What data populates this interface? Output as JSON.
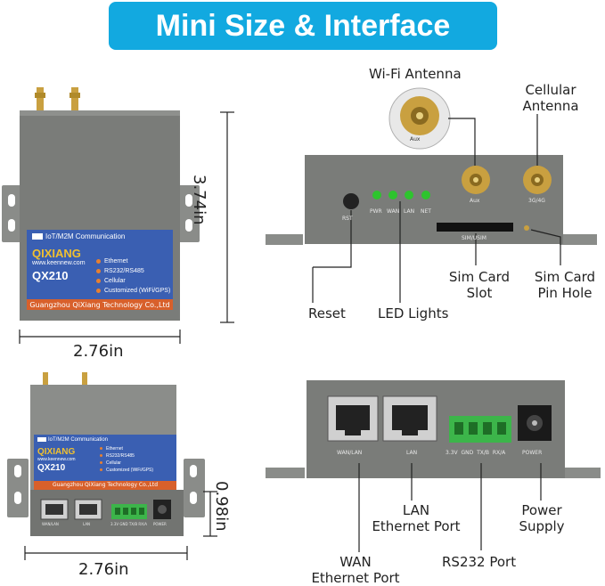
{
  "title": "Mini Size & Interface",
  "dimensions": {
    "height_top": "3.74in",
    "width_top": "2.76in",
    "height_bottom": "0.98in",
    "width_bottom": "2.76in"
  },
  "sticker": {
    "header": "IoT/M2M Communication",
    "brand": "QIXIANG",
    "url": "www.keennew.com",
    "model": "QX210",
    "features": [
      "Ethernet",
      "RS232/RS485",
      "Cellular",
      "Customized (WiFi/GPS)"
    ],
    "footer": "Guangzhou QiXiang Technology Co.,Ltd"
  },
  "front_panel": {
    "rst": "RST",
    "leds": [
      "PWR",
      "WAN",
      "LAN",
      "NET"
    ],
    "aux": "Aux",
    "cellular": "3G/4G",
    "sim": "SIM/USIM",
    "antenna_zoom": "Aux"
  },
  "back_panel": {
    "wan": "WAN/LAN",
    "lan": "LAN",
    "serial": [
      "3.3V",
      "GND",
      "TX/B",
      "RX/A"
    ],
    "power": "POWER"
  },
  "callouts": {
    "wifi_antenna": "Wi-Fi Antenna",
    "cellular_antenna_1": "Cellular",
    "cellular_antenna_2": "Antenna",
    "reset": "Reset",
    "led_lights": "LED Lights",
    "sim_slot_1": "Sim Card",
    "sim_slot_2": "Slot",
    "sim_pin_1": "Sim Card",
    "sim_pin_2": "Pin Hole",
    "lan_port_1": "LAN",
    "lan_port_2": "Ethernet Port",
    "power_1": "Power",
    "power_2": "Supply",
    "rs232": "RS232 Port",
    "wan_port_1": "WAN",
    "wan_port_2": "Ethernet Port"
  },
  "colors": {
    "banner": "#12a9e0",
    "housing": "#7a7c79",
    "sticker": "#3a5fb2",
    "terminal": "#3cb54a",
    "led": "#2ec42e"
  }
}
